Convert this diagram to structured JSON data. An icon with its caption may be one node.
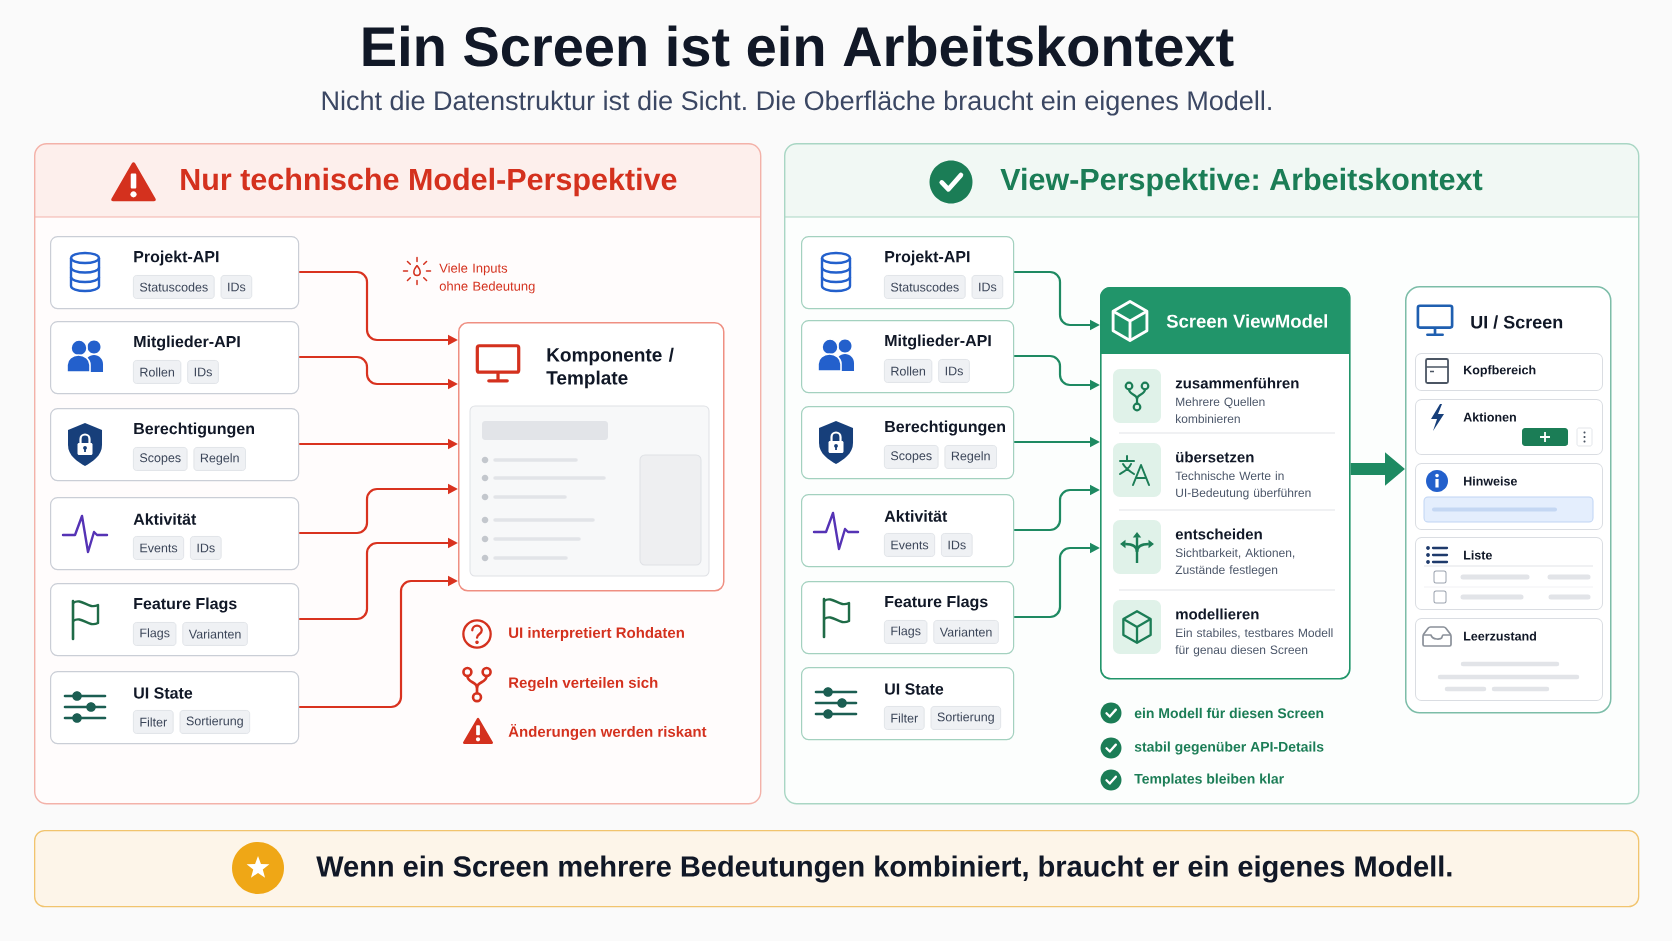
{
  "diagram": {
    "title": "Ein Screen ist ein Arbeitskontext",
    "nodes": [
      {
        "text": [
          "Nur technische Model-Perspektive"
        ]
      },
      {
        "text": [
          "Projekt-API",
          "Statuscodes",
          "IDs"
        ],
        "in": 0
      },
      {
        "text": [
          "Mitglieder-API",
          "Rollen",
          "IDs"
        ],
        "in": 0
      },
      {
        "text": [
          "Berechtigungen",
          "Scopes",
          "Regeln"
        ],
        "in": 0
      },
      {
        "text": [
          "Aktivität",
          "Events",
          "IDs"
        ],
        "in": 0
      },
      {
        "text": [
          "Feature Flags",
          "Flags",
          "Varianten"
        ],
        "in": 0
      },
      {
        "text": [
          "UI State",
          "Filter",
          "Sortierung"
        ],
        "in": 0
      },
      {
        "text": [
          "Komponente / Template"
        ],
        "in": 0
      },
      {
        "text": [
          "View-Perspektive: Arbeitskontext"
        ]
      },
      {
        "text": [
          "Projekt-API",
          "Statuscodes",
          "IDs"
        ],
        "in": 8
      },
      {
        "text": [
          "Mitglieder-API",
          "Rollen",
          "IDs"
        ],
        "in": 8
      },
      {
        "text": [
          "Berechtigungen",
          "Scopes",
          "Regeln"
        ],
        "in": 8
      },
      {
        "text": [
          "Aktivität",
          "Events",
          "IDs"
        ],
        "in": 8
      },
      {
        "text": [
          "Feature Flags",
          "Flags",
          "Varianten"
        ],
        "in": 8
      },
      {
        "text": [
          "UI State",
          "Filter",
          "Sortierung"
        ],
        "in": 8
      },
      {
        "text": [
          "Screen ViewModel",
          "zusammenführen",
          "Mehrere Quellen kombinieren",
          "übersetzen",
          "Technische Werte in UI-Bedeutung überführen",
          "entscheiden",
          "Sichtbarkeit, Aktionen, Zustände festlegen",
          "modellieren",
          "Ein stabiles, testbares Modell für genau diesen Screen"
        ],
        "in": 8
      },
      {
        "text": [
          "UI / Screen"
        ],
        "in": 8
      },
      {
        "text": [
          "Kopfbereich"
        ],
        "in": 16
      },
      {
        "text": [
          "Aktionen"
        ],
        "in": 16
      },
      {
        "text": [
          "Hinweise"
        ],
        "in": 16
      },
      {
        "text": [
          "Liste"
        ],
        "in": 16
      },
      {
        "text": [
          "Leerzustand"
        ],
        "in": 16
      },
      {
        "text": [
          "Wenn ein Screen mehrere Bedeutungen kombiniert, braucht er ein eigenes Modell."
        ]
      }
    ],
    "edges": [
      {
        "from": 1,
        "to": 7,
        "arrow": "to",
        "color": "#d9321f"
      },
      {
        "from": 2,
        "to": 7,
        "arrow": "to",
        "color": "#d9321f"
      },
      {
        "from": 3,
        "to": 7,
        "arrow": "to",
        "color": "#d9321f"
      },
      {
        "from": 4,
        "to": 7,
        "arrow": "to",
        "color": "#d9321f"
      },
      {
        "from": 5,
        "to": 7,
        "arrow": "to",
        "color": "#d9321f"
      },
      {
        "from": 6,
        "to": 7,
        "arrow": "to",
        "color": "#d9321f"
      },
      {
        "from": 9,
        "to": 15,
        "arrow": "to",
        "color": "#1e8a62"
      },
      {
        "from": 10,
        "to": 15,
        "arrow": "to",
        "color": "#1e8a62"
      },
      {
        "from": 11,
        "to": 15,
        "arrow": "to",
        "color": "#1e8a62"
      },
      {
        "from": 12,
        "to": 15,
        "arrow": "to",
        "color": "#1e8a62"
      },
      {
        "from": 13,
        "to": 15,
        "arrow": "to",
        "color": "#1e8a62"
      },
      {
        "from": 15,
        "to": 16,
        "arrow": "to",
        "style": "thick",
        "color": "#1e8a62"
      }
    ],
    "labels": [
      "Nicht die Datenstruktur ist die Sicht. Die Oberfläche braucht ein eigenes Modell.",
      "Viele Inputs ohne Bedeutung",
      "UI interpretiert Rohdaten",
      "Regeln verteilen sich",
      "Änderungen werden riskant",
      "ein Modell für diesen Screen",
      "stabil gegenüber API-Details",
      "Templates bleiben klar"
    ]
  }
}
